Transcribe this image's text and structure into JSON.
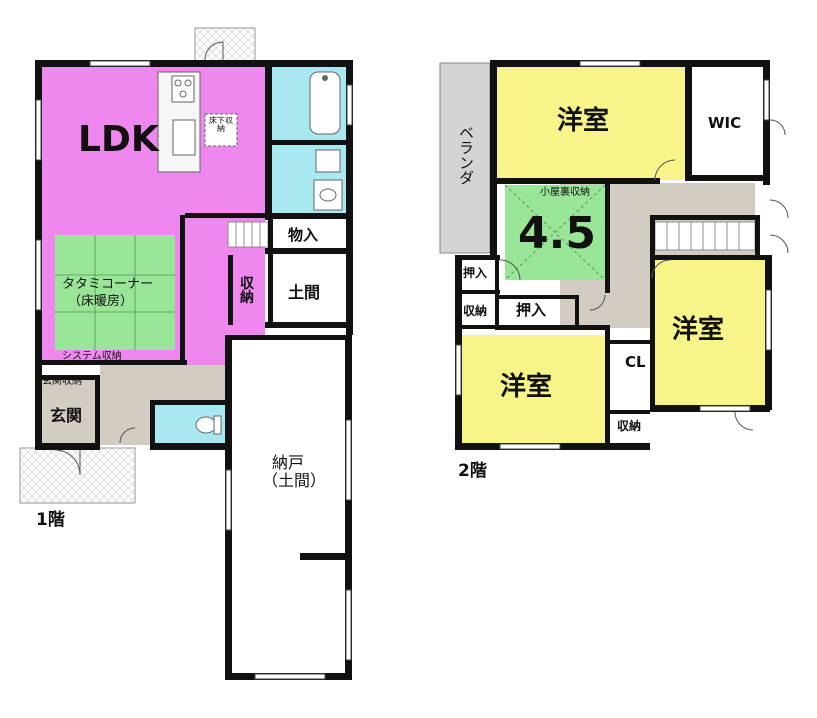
{
  "floor1": {
    "caption": "1階",
    "rooms": {
      "ldk": "LDK",
      "underfloor_storage": "床下収納",
      "tatami_name": "タタミコーナー",
      "tatami_note": "（床暖房）",
      "system_storage": "システム収納",
      "storage_mono": "物入",
      "storage_shu": "収納",
      "doma": "土間",
      "entrance_storage": "玄関収納",
      "entrance": "玄関",
      "nando_name": "納戸",
      "nando_note": "（土間）"
    }
  },
  "floor2": {
    "caption": "2階",
    "rooms": {
      "western_top": "洋室",
      "wic": "WIC",
      "veranda": "ベランダ",
      "attic_storage": "小屋裏収納",
      "tatami_size": "4.5",
      "oshiire_left": "押入",
      "oshiire_mid": "押入",
      "storage_left": "収納",
      "western_right": "洋室",
      "closet": "CL",
      "western_bottom": "洋室",
      "storage_bottom": "収納"
    }
  },
  "colors": {
    "ldk": "#ee88ee",
    "tatami": "#99e699",
    "western": "#f7f58a",
    "water": "#a8e8f0",
    "hall": "#d3ccc2",
    "veranda": "#d4d4d4",
    "wall": "#111111"
  }
}
